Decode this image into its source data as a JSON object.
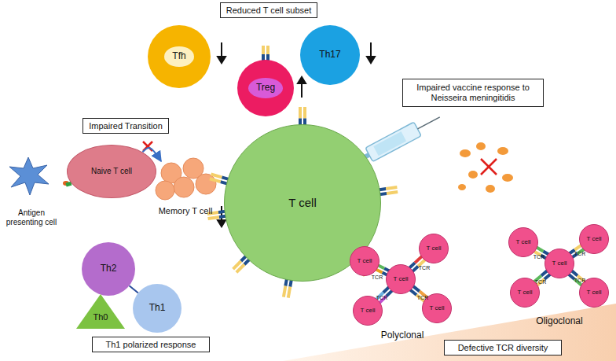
{
  "diagram": {
    "nodes": [
      {
        "text": [
          "Reduced T cell subset"
        ]
      },
      {
        "text": [
          "Tfh"
        ]
      },
      {
        "text": [
          "Th17"
        ]
      },
      {
        "text": [
          "Treg"
        ]
      },
      {
        "text": [
          "Impaired Transition"
        ]
      },
      {
        "text": [
          "Impaired vaccine response to Neisseira meningitidis"
        ]
      },
      {
        "text": [
          "Naive T cell"
        ]
      },
      {
        "text": [
          "Memory T cell"
        ]
      },
      {
        "text": [
          "Antigen presenting cell"
        ]
      },
      {
        "text": [
          "T cell"
        ]
      },
      {
        "text": [
          "Th2"
        ]
      },
      {
        "text": [
          "Th0"
        ]
      },
      {
        "text": [
          "Th1"
        ]
      },
      {
        "text": [
          "Th1 polarized response"
        ]
      },
      {
        "text": [
          "T cell"
        ]
      },
      {
        "text": [
          "T cell"
        ]
      },
      {
        "text": [
          "T cell"
        ]
      },
      {
        "text": [
          "T cell"
        ]
      },
      {
        "text": [
          "T cell"
        ]
      },
      {
        "text": [
          "T cell"
        ]
      },
      {
        "text": [
          "T cell"
        ]
      },
      {
        "text": [
          "T cell"
        ]
      },
      {
        "text": [
          "T cell"
        ]
      },
      {
        "text": [
          "T cell"
        ]
      },
      {
        "text": [
          "Defective TCR diversity"
        ]
      }
    ],
    "edges": [
      {
        "from": 8,
        "to": 6,
        "arrow": "none"
      },
      {
        "from": 6,
        "to": 7,
        "arrow": "to"
      },
      {
        "from": 10,
        "to": 12,
        "arrow": "none"
      }
    ],
    "labels": [
      "TCR",
      "TCR",
      "TCR",
      "TCR",
      "TCR",
      "TCR",
      "TCR",
      "TCR",
      "Polyclonal",
      "Oligoclonal"
    ]
  }
}
